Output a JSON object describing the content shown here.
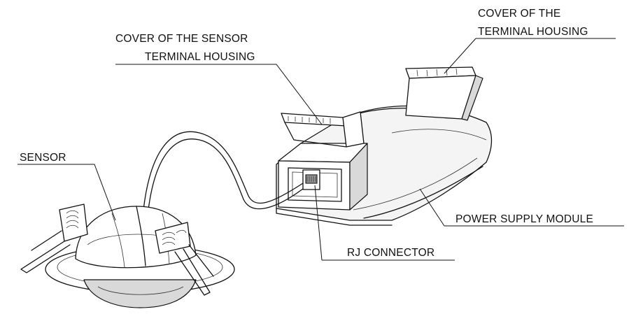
{
  "labels": {
    "cover_terminal_line1": "COVER OF THE",
    "cover_terminal_line2": "TERMINAL HOUSING",
    "cover_sensor_line1": "COVER OF THE SENSOR",
    "cover_sensor_line2": "TERMINAL HOUSING",
    "sensor": "SENSOR",
    "power_supply": "POWER SUPPLY MODULE",
    "rj_connector": "RJ CONNECTOR"
  },
  "colors": {
    "line": "#111111",
    "background": "#ffffff",
    "shade": "#d9d9d9"
  }
}
